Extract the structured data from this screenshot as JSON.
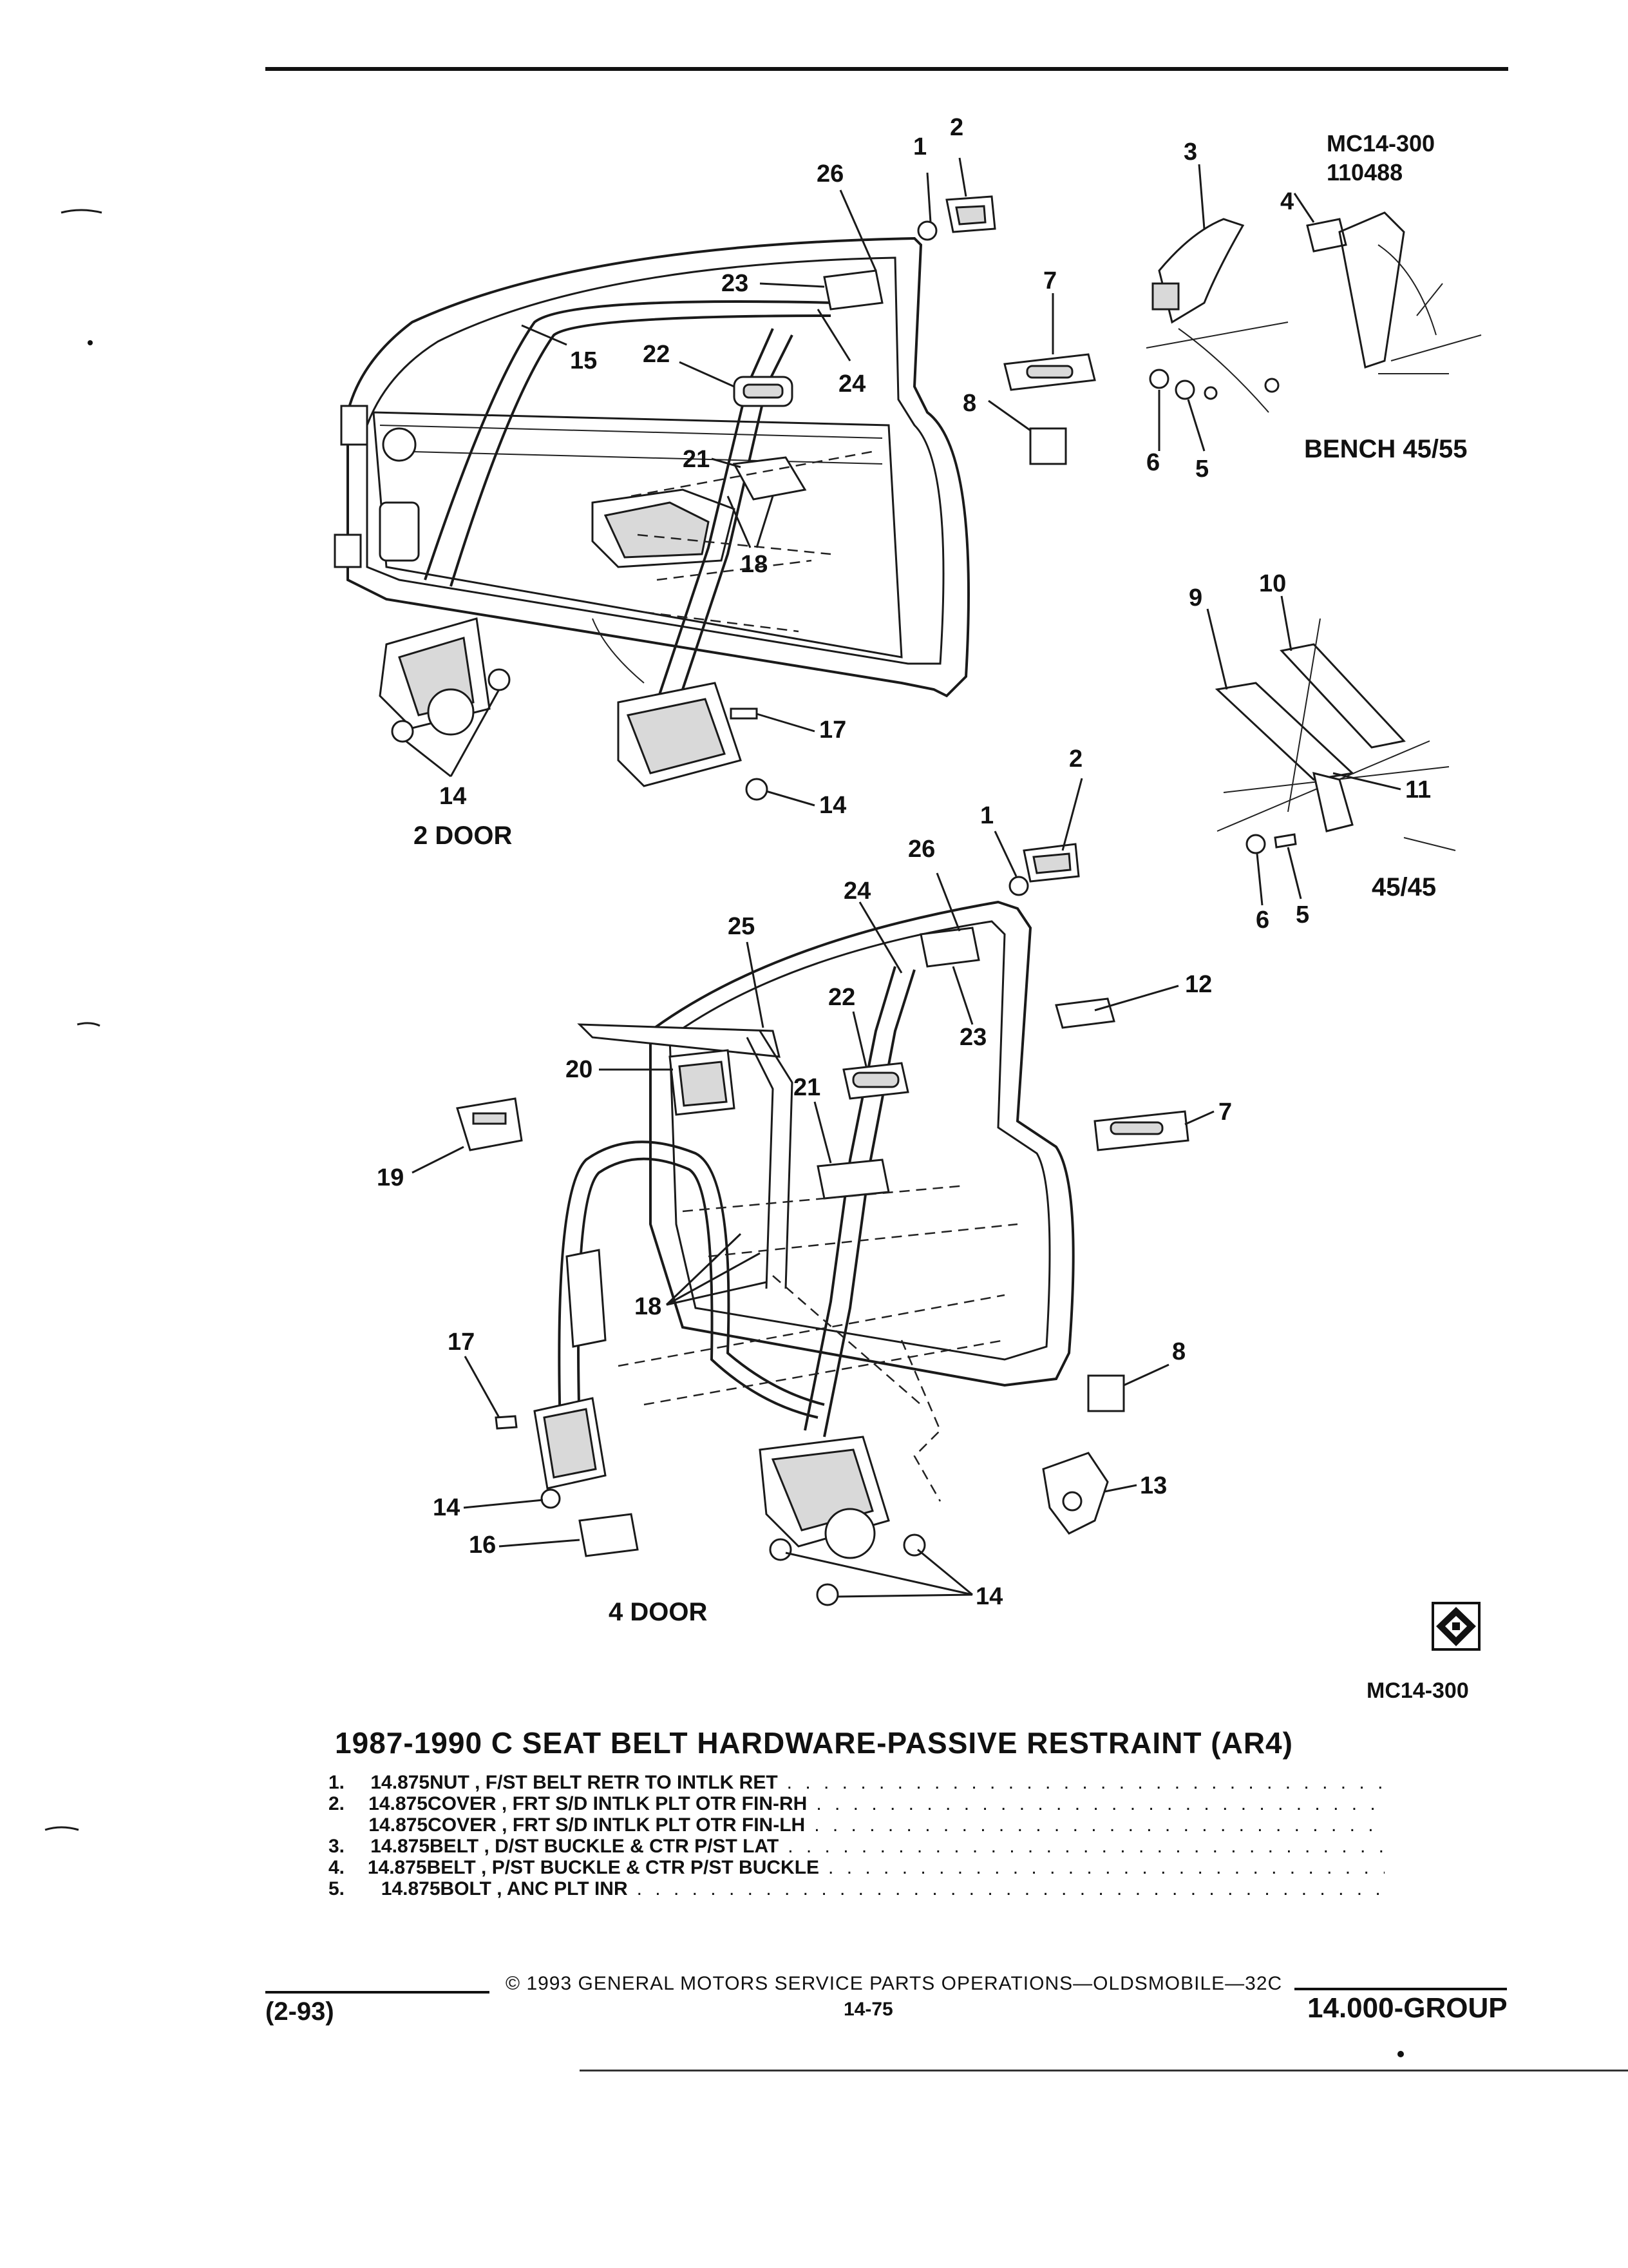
{
  "header": {
    "figure_id": "MC14-300",
    "figure_date": "110488"
  },
  "diagram": {
    "view_2door_label": "2 DOOR",
    "view_4door_label": "4 DOOR",
    "bench_label": "BENCH 45/55",
    "split_label": "45/45",
    "figure_ref": "MC14-300",
    "callouts_2door": [
      "1",
      "2",
      "26",
      "23",
      "15",
      "22",
      "24",
      "21",
      "18",
      "17",
      "14",
      "14",
      "7",
      "8",
      "3",
      "4",
      "6",
      "5"
    ],
    "callouts_detail": [
      "9",
      "10",
      "11",
      "6",
      "5"
    ],
    "callouts_4door": [
      "1",
      "2",
      "26",
      "24",
      "25",
      "22",
      "23",
      "20",
      "21",
      "12",
      "19",
      "7",
      "18",
      "17",
      "8",
      "14",
      "13",
      "16",
      "14"
    ],
    "logo_icon": "gm-spo-diamond-logo"
  },
  "title": "1987-1990 C SEAT BELT HARDWARE-PASSIVE RESTRAINT (AR4)",
  "parts_list": [
    {
      "num": "1.",
      "code": "14.875",
      "desc": "NUT , F/ST BELT RETR TO INTLK RET"
    },
    {
      "num": "2.",
      "code": "14.875",
      "desc": "COVER , FRT S/D INTLK PLT OTR FIN-RH"
    },
    {
      "num": "",
      "code": "14.875",
      "desc": "COVER , FRT S/D INTLK PLT OTR FIN-LH"
    },
    {
      "num": "3.",
      "code": "14.875",
      "desc": "BELT , D/ST BUCKLE & CTR P/ST LAT"
    },
    {
      "num": "4.",
      "code": "14.875",
      "desc": "BELT , P/ST BUCKLE & CTR P/ST BUCKLE"
    },
    {
      "num": "5.",
      "code": "14.875",
      "desc": "BOLT , ANC PLT INR"
    }
  ],
  "footer": {
    "date_code": "(2-93)",
    "copyright": "© 1993 GENERAL MOTORS SERVICE PARTS OPERATIONS—OLDSMOBILE—32C",
    "page": "14-75",
    "group": "14.000-GROUP"
  }
}
